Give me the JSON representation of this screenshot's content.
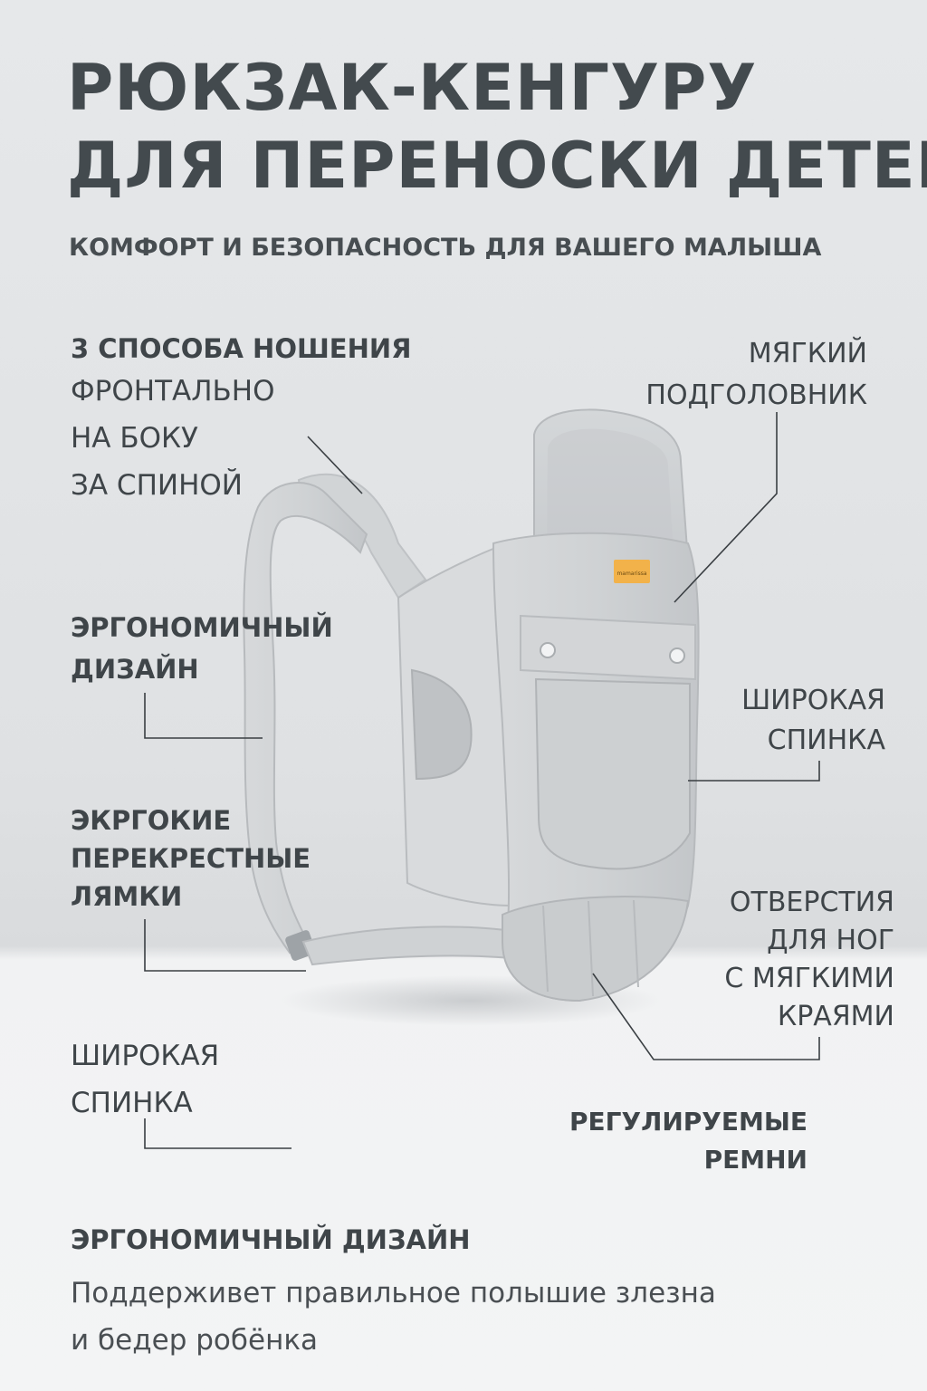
{
  "header": {
    "title_line1": "РЮКЗАК-КЕНГУРУ",
    "title_line2": "ДЛЯ ПЕРЕНОСКИ ДЕТЕЙ",
    "subtitle": "КОМФОРТ И БЕЗОПАСНОСТЬ ДЛЯ ВАШЕГО МАЛЫША"
  },
  "features": {
    "ways": {
      "heading": "3 СПОСОБА НОШЕНИЯ",
      "items": [
        "ФРОНТАЛЬНО",
        "НА БОКУ",
        "ЗА СПИНОЙ"
      ]
    },
    "headrest": [
      "МЯГКИЙ",
      "ПОДГОЛОВНИК"
    ],
    "ergonomic": [
      "ЭРГОНОМИЧНЫЙ",
      "ДИЗАЙН"
    ],
    "wide_back_right": [
      "ШИРОКАЯ",
      "СПИНКА"
    ],
    "cross_straps": [
      "ЭКРГОКИЕ",
      "ПЕРЕКРЕСТНЫЕ",
      "ЛЯМКИ"
    ],
    "leg_openings": [
      "ОТВЕРСТИЯ",
      "ДЛЯ НОГ",
      "С МЯГКИМИ",
      "КРАЯМИ"
    ],
    "wide_back_left": [
      "ШИРОКАЯ",
      "СПИНКА"
    ],
    "adjustable_straps": [
      "РЕГУЛИРУЕМЫЕ",
      "РЕМНИ"
    ]
  },
  "product": {
    "brand_tag": "mamarissa",
    "fabric_color": "#c9cccf",
    "tag_color": "#f2b24a"
  },
  "footer": {
    "heading": "ЭРГОНОМИЧНЫЙ ДИЗАЙН",
    "text_line1": "Поддерживет правильное полышие злезна",
    "text_line2": "и бедер робёнка"
  },
  "colors": {
    "text": "#3f4549",
    "line": "#3a3f43"
  }
}
